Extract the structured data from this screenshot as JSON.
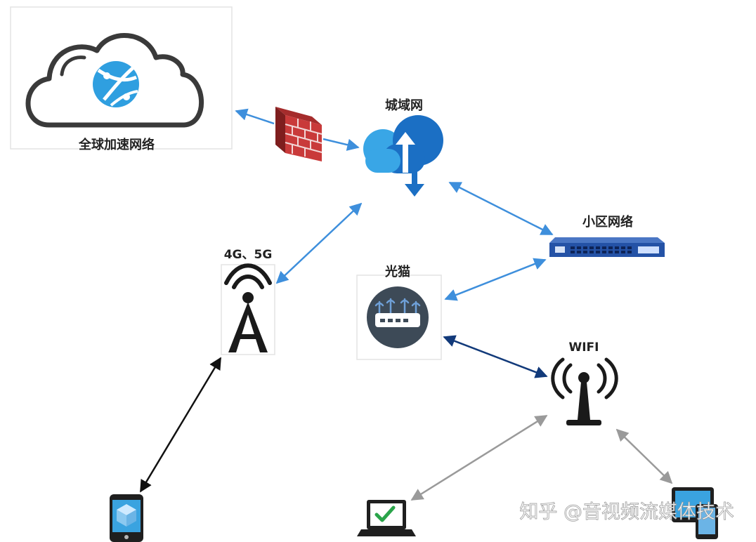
{
  "nodes": {
    "global_network": {
      "label": "全球加速网络",
      "icon": "cloud-globe-icon"
    },
    "firewall": {
      "icon": "firewall-icon"
    },
    "metro_network": {
      "label": "城域网",
      "icon": "cloud-upload-download-icon"
    },
    "community_network": {
      "label": "小区网络",
      "icon": "network-switch-icon"
    },
    "cellular": {
      "label": "4G、5G",
      "icon": "cell-tower-icon"
    },
    "optical_modem": {
      "label": "光猫",
      "icon": "router-icon"
    },
    "wifi": {
      "label": "WIFI",
      "icon": "wifi-antenna-icon"
    },
    "phone": {
      "icon": "smartphone-icon"
    },
    "laptop": {
      "icon": "laptop-check-icon"
    },
    "tablets": {
      "icon": "tablet-devices-icon"
    }
  },
  "watermark": "知乎 @音视频流媒体技术",
  "colors": {
    "cloud_outline": "#3a3a3a",
    "globe_blue": "#2f9fe0",
    "firewall_red": "#c93a3a",
    "metro_blue_dark": "#1b6fc4",
    "metro_blue_light": "#39a6e6",
    "arrow_light_blue": "#3e8fdc",
    "arrow_dark_blue": "#123a7a",
    "arrow_black": "#111111",
    "arrow_gray": "#9a9a9a",
    "switch_blue": "#2452a6",
    "router_dark": "#3d4a57",
    "laptop_green": "#2aa44a"
  }
}
